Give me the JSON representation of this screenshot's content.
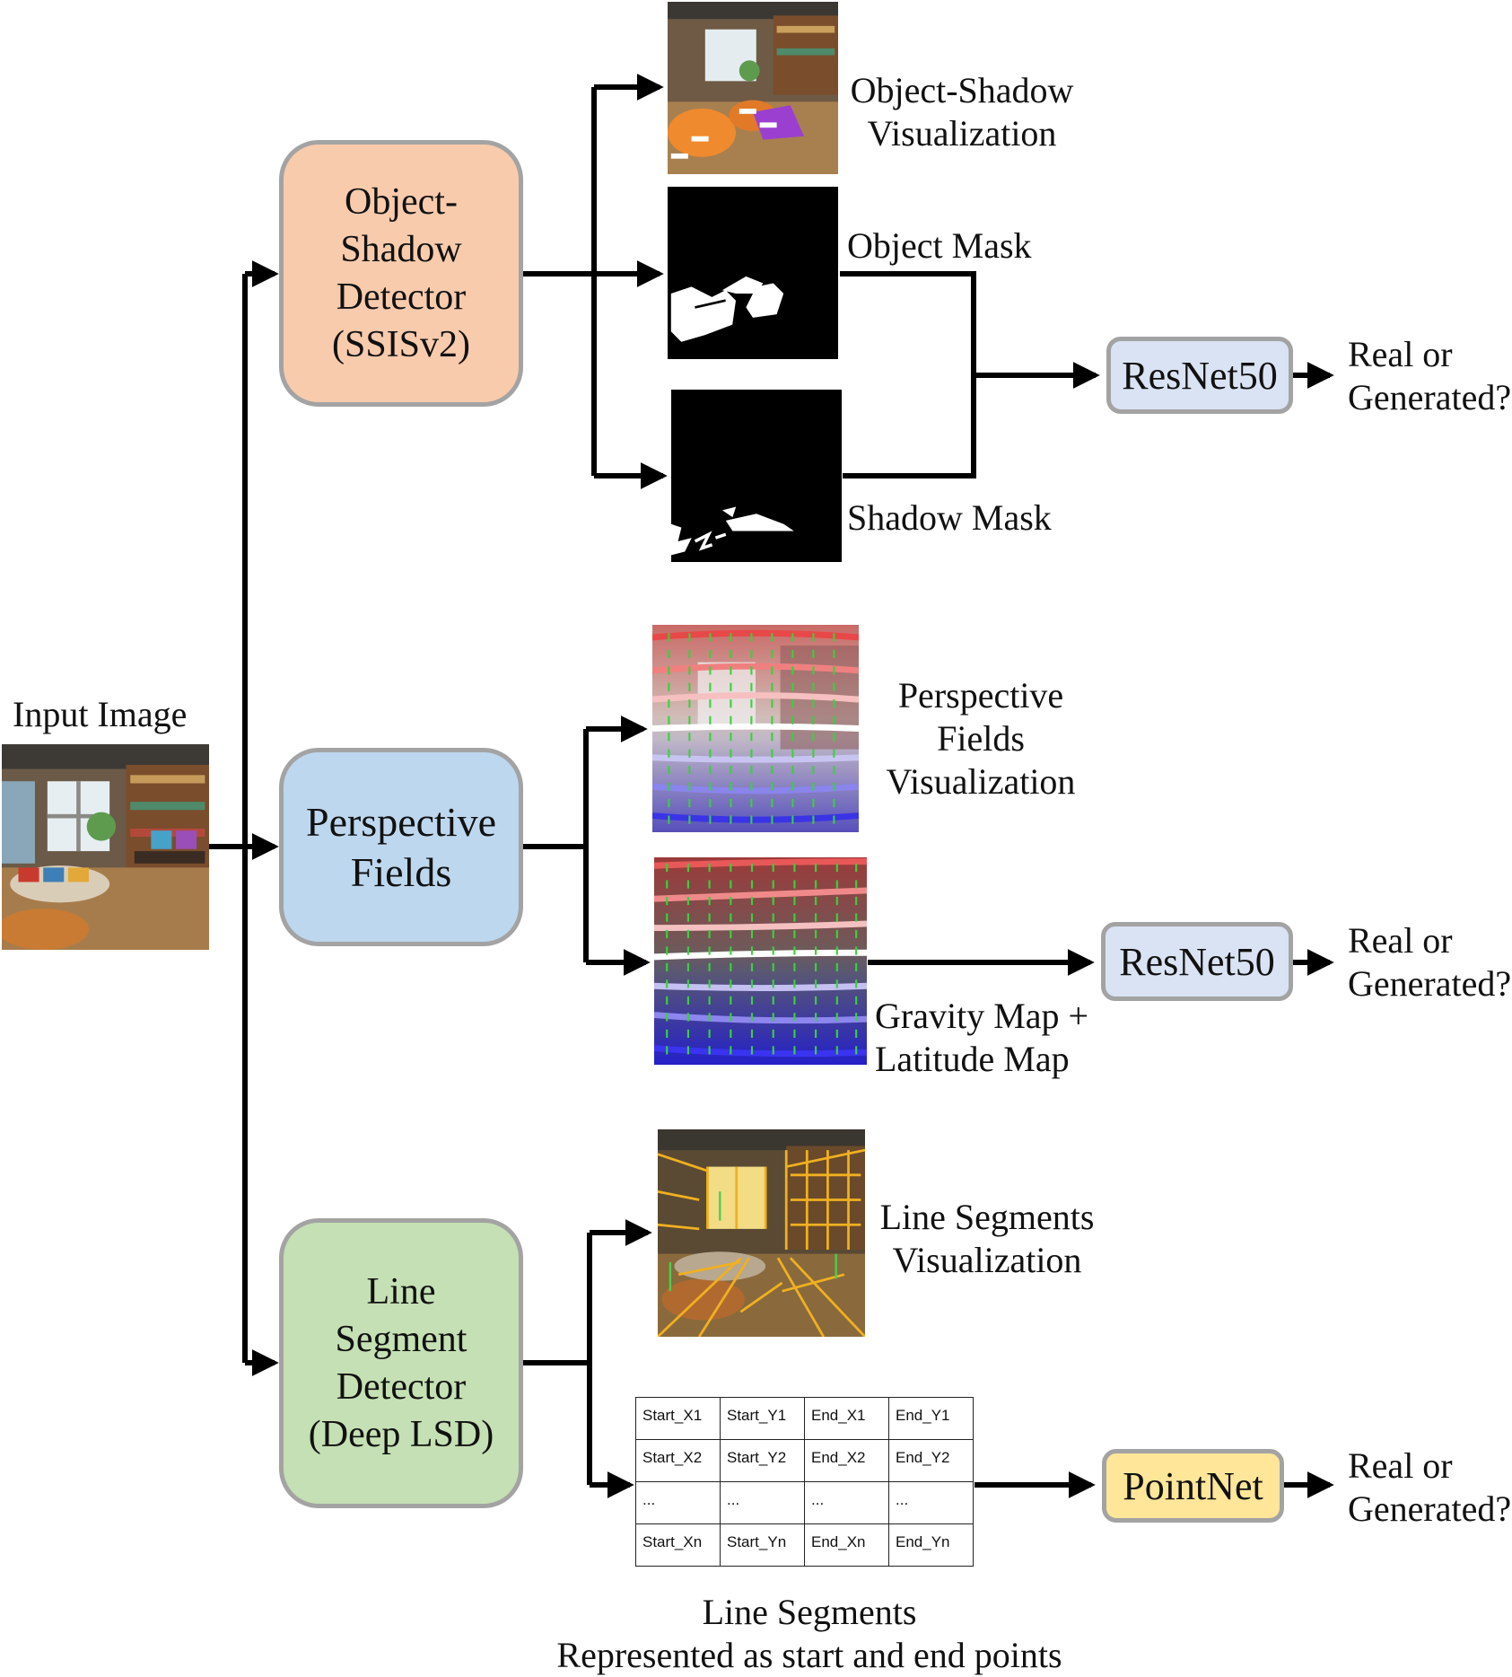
{
  "input": {
    "label": "Input Image"
  },
  "detectors": {
    "object_shadow": {
      "label": "Object-\nShadow\nDetector\n(SSISv2)",
      "fill": "#f8cbad"
    },
    "perspective": {
      "label": "Perspective\nFields",
      "fill": "#bdd7ee"
    },
    "line_segment": {
      "label": "Line\nSegment\nDetector\n(Deep LSD)",
      "fill": "#c5e0b4"
    }
  },
  "outputs": {
    "object_shadow_vis": "Object-Shadow\nVisualization",
    "object_mask": "Object Mask",
    "shadow_mask": "Shadow Mask",
    "perspective_vis": "Perspective\nFields\nVisualization",
    "gravity_latitude": "Gravity Map +\nLatitude Map",
    "line_segments_vis": "Line Segments\nVisualization",
    "line_segments_caption": "Line Segments\nRepresented as start and end points"
  },
  "classifiers": {
    "resnet_top": {
      "label": "ResNet50",
      "fill": "#dae3f3"
    },
    "resnet_mid": {
      "label": "ResNet50",
      "fill": "#dae3f3"
    },
    "pointnet": {
      "label": "PointNet",
      "fill": "#ffe699"
    }
  },
  "results": {
    "top": "Real or\nGenerated?",
    "mid": "Real or\nGenerated?",
    "bottom": "Real or\nGenerated?"
  },
  "segment_table": {
    "rows": [
      [
        "Start_X1",
        "Start_Y1",
        "End_X1",
        "End_Y1"
      ],
      [
        "Start_X2",
        "Start_Y2",
        "End_X2",
        "End_Y2"
      ],
      [
        "...",
        "...",
        "...",
        "..."
      ],
      [
        "Start_Xn",
        "Start_Yn",
        "End_Xn",
        "End_Yn"
      ]
    ]
  },
  "colors": {
    "wire": "#000000",
    "box_border": "#a3a3a3"
  }
}
